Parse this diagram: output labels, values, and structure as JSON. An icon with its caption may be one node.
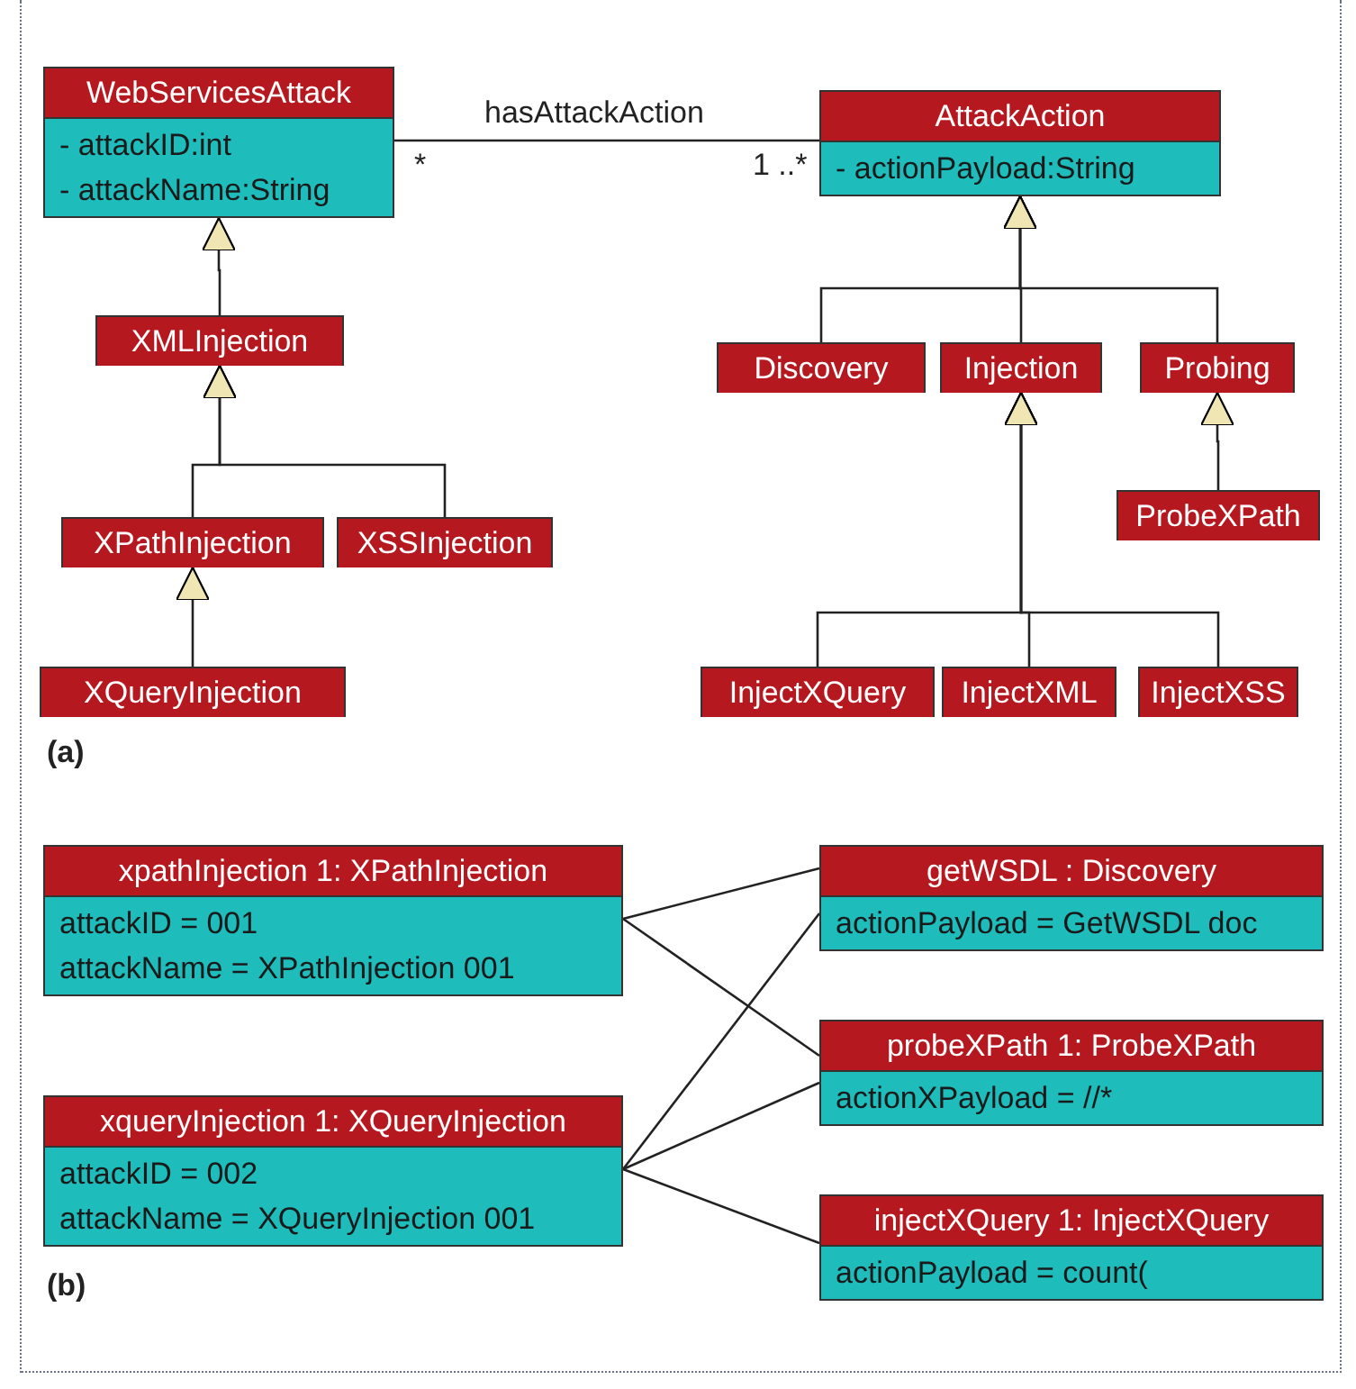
{
  "diagram": {
    "nodes": [
      {
        "text": [
          "WebServicesAttack",
          "- attackID:int",
          "- attackName:String"
        ]
      },
      {
        "text": [
          "AttackAction",
          "- actionPayload:String"
        ]
      },
      {
        "text": [
          "XMLInjection"
        ]
      },
      {
        "text": [
          "XPathInjection"
        ]
      },
      {
        "text": [
          "XSSInjection"
        ]
      },
      {
        "text": [
          "XQueryInjection"
        ]
      },
      {
        "text": [
          "Discovery"
        ]
      },
      {
        "text": [
          "Injection"
        ]
      },
      {
        "text": [
          "Probing"
        ]
      },
      {
        "text": [
          "ProbeXPath"
        ]
      },
      {
        "text": [
          "InjectXQuery"
        ]
      },
      {
        "text": [
          "InjectXML"
        ]
      },
      {
        "text": [
          "InjectXSS"
        ]
      },
      {
        "text": [
          "xpathInjection 1: XPathInjection",
          "attackID = 001",
          "attackName = XPathInjection 001"
        ]
      },
      {
        "text": [
          "xqueryInjection 1: XQueryInjection",
          "attackID = 002",
          "attackName = XQueryInjection 001"
        ]
      },
      {
        "text": [
          "getWSDL : Discovery",
          "actionPayload = GetWSDL doc"
        ]
      },
      {
        "text": [
          "probeXPath 1: ProbeXPath",
          "actionXPayload = //*"
        ]
      },
      {
        "text": [
          "injectXQuery 1: InjectXQuery",
          "actionPayload = count("
        ]
      }
    ],
    "edges": [
      {
        "from": 0,
        "to": 1,
        "arrow": "none",
        "label": "hasAttackAction"
      },
      {
        "from": 2,
        "to": 0,
        "arrow": "to"
      },
      {
        "from": 3,
        "to": 2,
        "arrow": "to"
      },
      {
        "from": 4,
        "to": 2,
        "arrow": "to"
      },
      {
        "from": 5,
        "to": 3,
        "arrow": "to"
      },
      {
        "from": 6,
        "to": 1,
        "arrow": "to"
      },
      {
        "from": 7,
        "to": 1,
        "arrow": "to"
      },
      {
        "from": 8,
        "to": 1,
        "arrow": "to"
      },
      {
        "from": 9,
        "to": 8,
        "arrow": "to"
      },
      {
        "from": 10,
        "to": 7,
        "arrow": "to"
      },
      {
        "from": 11,
        "to": 7,
        "arrow": "to"
      },
      {
        "from": 12,
        "to": 7,
        "arrow": "to"
      },
      {
        "from": 13,
        "to": 15,
        "arrow": "none"
      },
      {
        "from": 13,
        "to": 16,
        "arrow": "none"
      },
      {
        "from": 14,
        "to": 15,
        "arrow": "none"
      },
      {
        "from": 14,
        "to": 16,
        "arrow": "none"
      },
      {
        "from": 14,
        "to": 17,
        "arrow": "none"
      }
    ],
    "labels": [
      "*",
      "1 ..*",
      "(a)",
      "(b)"
    ]
  }
}
